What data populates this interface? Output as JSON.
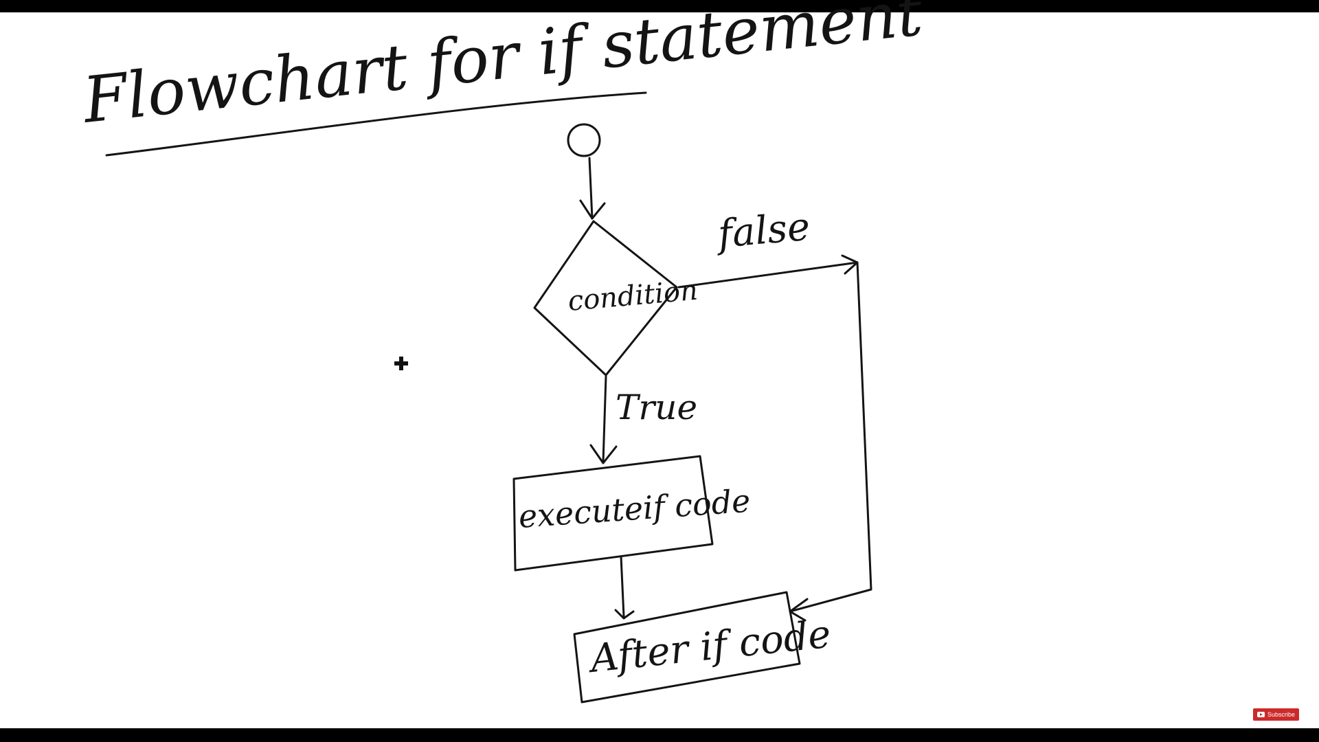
{
  "title": "Flowchart for if statement",
  "nodes": {
    "start": "",
    "condition": "condition",
    "if_code": "executeif code",
    "after_code": "After if code"
  },
  "edge_labels": {
    "true": "True",
    "false": "false"
  },
  "subscribe": {
    "label": "Subscribe"
  },
  "colors": {
    "ink": "#141414",
    "board": "#ffffff",
    "frame": "#000000",
    "subscribe_bg": "#cc2a2a"
  }
}
